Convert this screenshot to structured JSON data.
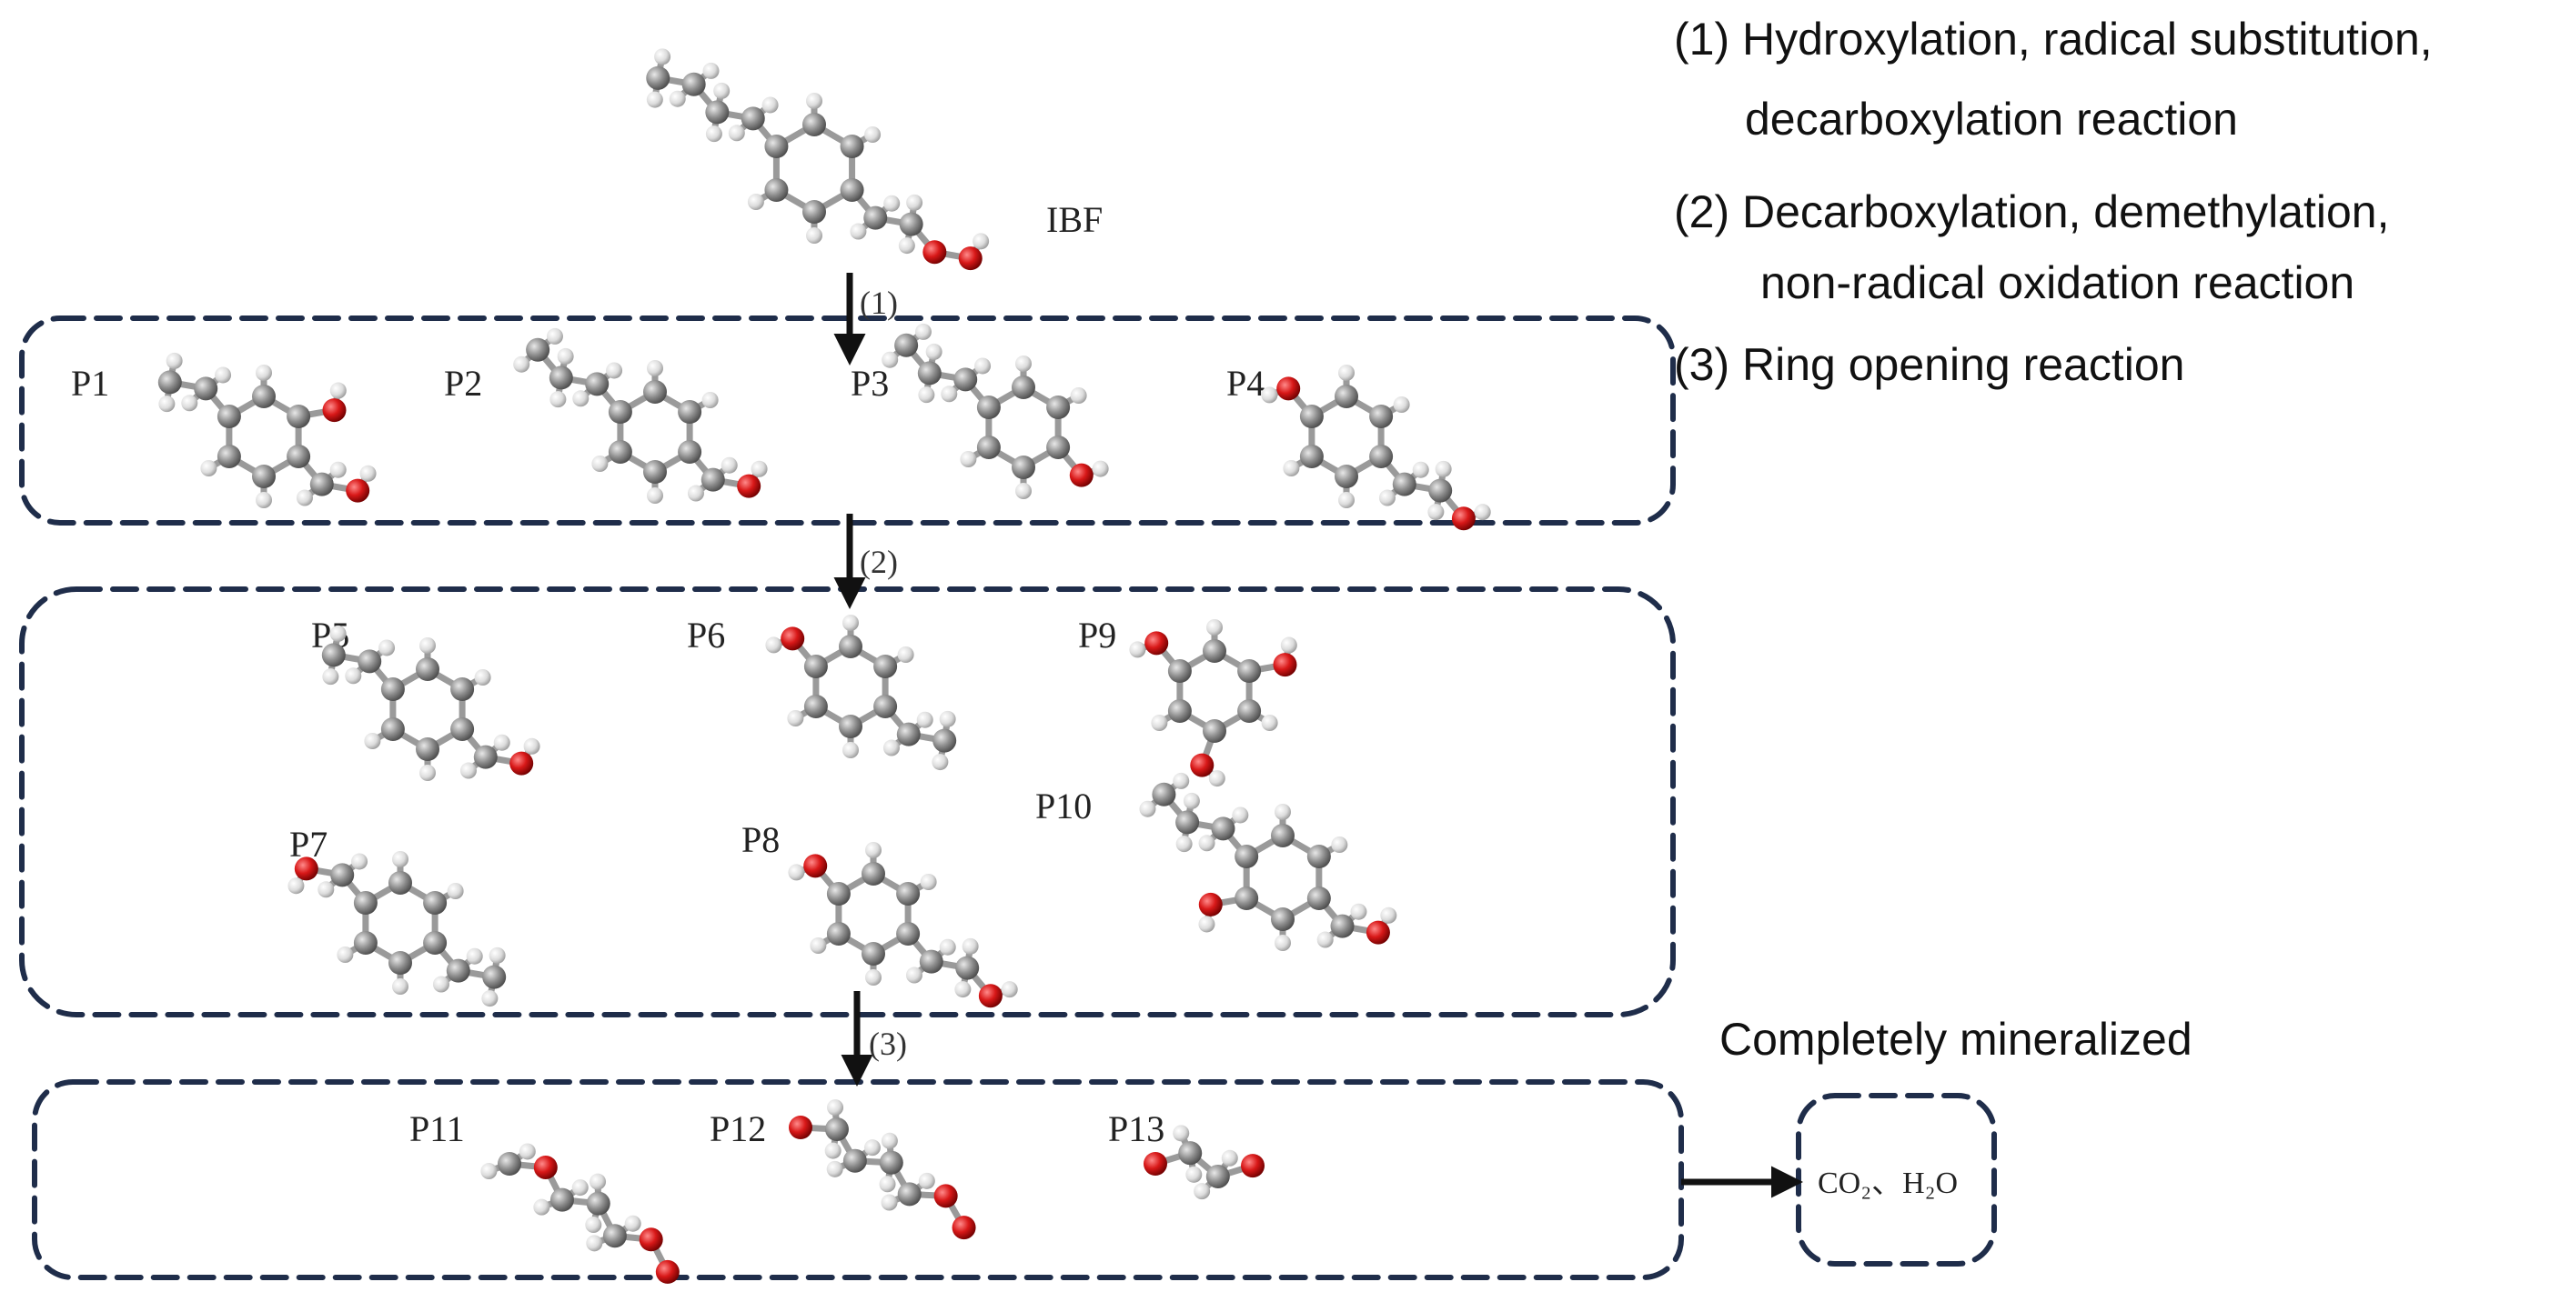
{
  "legend": {
    "line1a": "(1) Hydroxylation, radical substitution,",
    "line1b": "decarboxylation reaction",
    "line2a": "(2) Decarboxylation, demethylation,",
    "line2b": "non-radical oxidation reaction",
    "line3": "(3) Ring opening reaction"
  },
  "parent": {
    "label": "IBF"
  },
  "steps": {
    "s1": "(1)",
    "s2": "(2)",
    "s3": "(3)"
  },
  "products": {
    "p1": "P1",
    "p2": "P2",
    "p3": "P3",
    "p4": "P4",
    "p5": "P5",
    "p6": "P6",
    "p7": "P7",
    "p8": "P8",
    "p9": "P9",
    "p10": "P10",
    "p11": "P11",
    "p12": "P12",
    "p13": "P13"
  },
  "final": {
    "caption": "Completely mineralized",
    "products_text": "CO₂、H₂O"
  },
  "colors": {
    "box_stroke": "#1f2d4a",
    "arrow": "#111111",
    "carbon": "#8a8a8a",
    "hydrogen": "#e6e6e6",
    "oxygen": "#cc1515",
    "bond": "#9a9a9a"
  }
}
